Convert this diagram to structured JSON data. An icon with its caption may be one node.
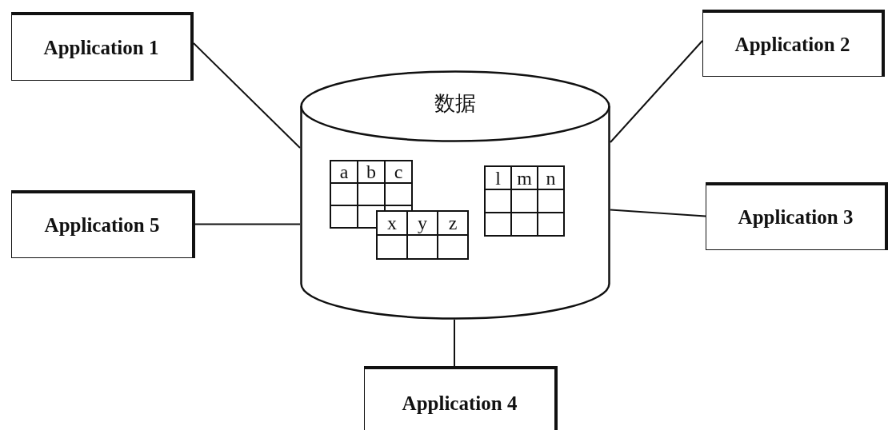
{
  "diagram": {
    "nodes": [
      {
        "text": [
          "Application 1"
        ]
      },
      {
        "text": [
          "Application 2"
        ]
      },
      {
        "text": [
          "数据"
        ]
      },
      {
        "text": [
          "a",
          "b",
          "c"
        ],
        "in": 2
      },
      {
        "text": [
          "l",
          "m",
          "n"
        ],
        "in": 2
      },
      {
        "text": [
          "x",
          "y",
          "z"
        ],
        "in": 2
      },
      {
        "text": [
          "Application 5"
        ]
      },
      {
        "text": [
          "Application 3"
        ]
      },
      {
        "text": [
          "Application 4"
        ]
      }
    ],
    "edges": [
      {
        "from": 0,
        "to": 2,
        "arrow": "none"
      },
      {
        "from": 1,
        "to": 2,
        "arrow": "none"
      },
      {
        "from": 6,
        "to": 2,
        "arrow": "none"
      },
      {
        "from": 7,
        "to": 2,
        "arrow": "none"
      },
      {
        "from": 8,
        "to": 2,
        "arrow": "none"
      }
    ]
  }
}
